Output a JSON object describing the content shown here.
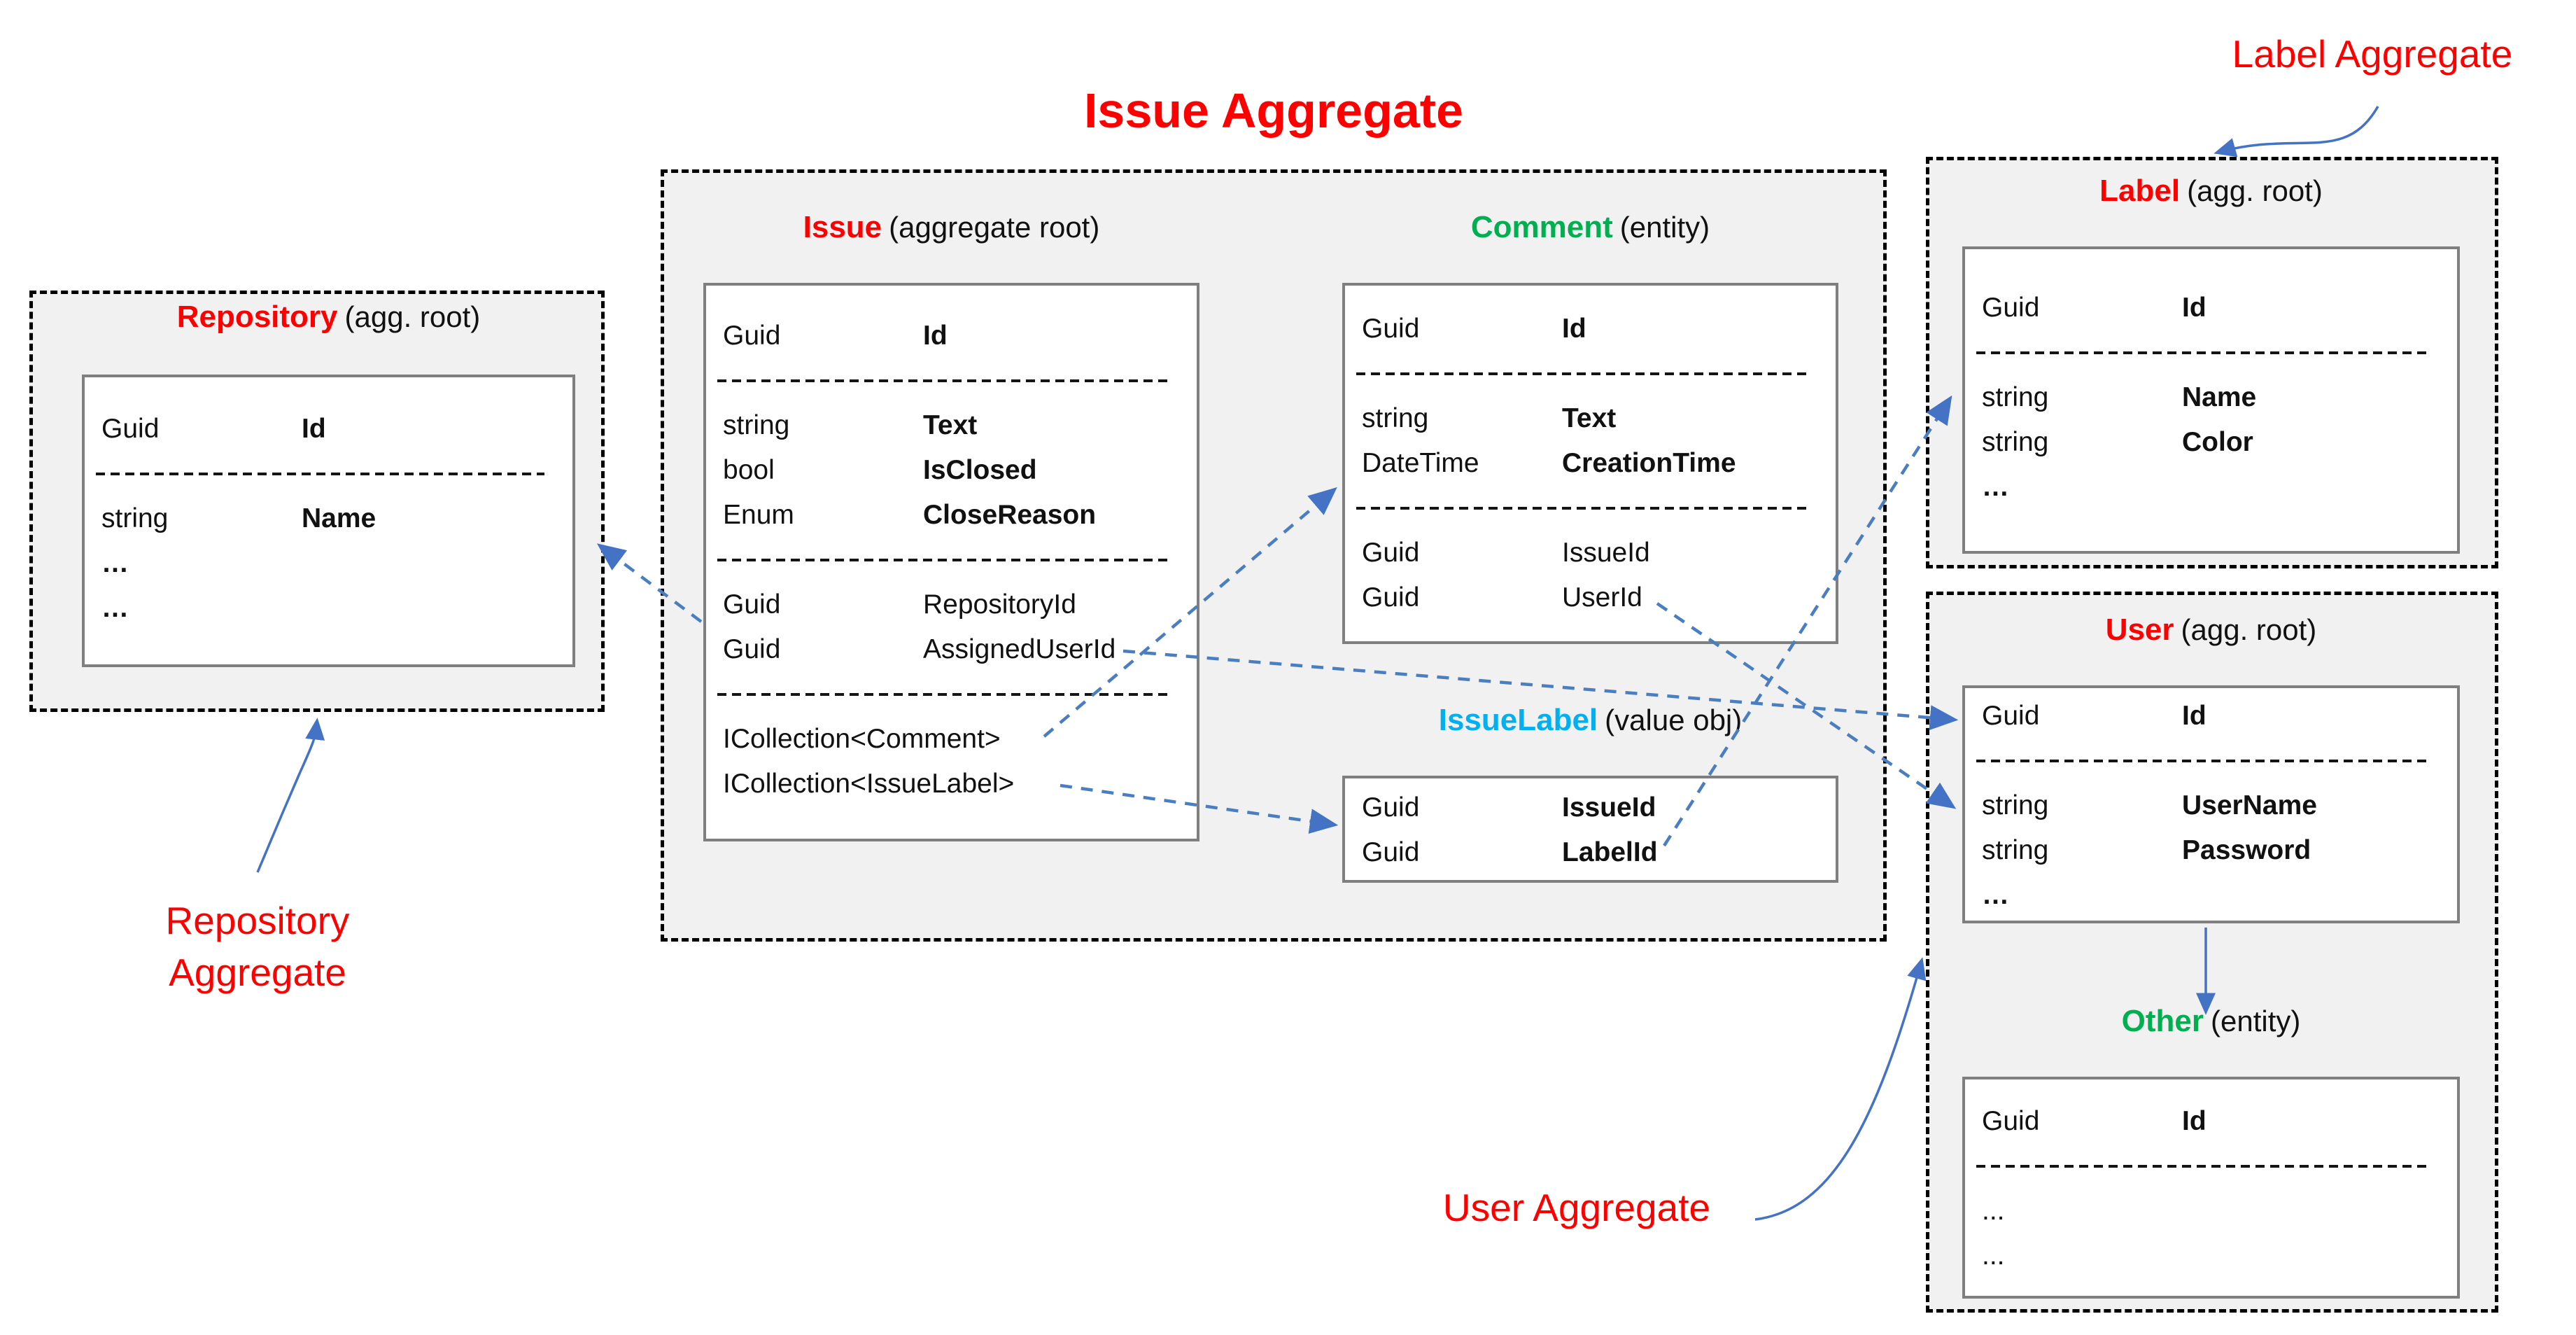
{
  "annotations": {
    "main_title": "Issue Aggregate",
    "label_aggregate": "Label Aggregate",
    "repository_aggregate": [
      "Repository",
      "Aggregate"
    ],
    "user_aggregate": "User Aggregate"
  },
  "colors": {
    "title_red": "#ff0000",
    "entity_green": "#00b050",
    "value_obj_cyan": "#00b0f0",
    "arrow_blue": "#4472c4",
    "dashed_arrow_blue": "#4a7ebf",
    "container_bg": "#f1f1f1",
    "box_border_gray": "#7f7f7f"
  },
  "entities": {
    "repository": {
      "name": "Repository",
      "kind": "(agg. root)",
      "rows": [
        {
          "type": "Guid",
          "name": "Id"
        },
        {
          "sep": true
        },
        {
          "type": "string",
          "name": "Name"
        },
        {
          "ellipsis": "…"
        },
        {
          "ellipsis": "…"
        }
      ]
    },
    "issue": {
      "name": "Issue",
      "kind": "(aggregate root)",
      "rows": [
        {
          "type": "Guid",
          "name": "Id"
        },
        {
          "sep": true
        },
        {
          "type": "string",
          "name": "Text"
        },
        {
          "type": "bool",
          "name": "IsClosed"
        },
        {
          "type": "Enum",
          "name": "CloseReason"
        },
        {
          "sep": true
        },
        {
          "type": "Guid",
          "name": "RepositoryId"
        },
        {
          "type": "Guid",
          "name": "AssignedUserId"
        },
        {
          "sep": true
        },
        {
          "text": "ICollection<Comment>"
        },
        {
          "text": "ICollection<IssueLabel>"
        }
      ]
    },
    "comment": {
      "name": "Comment",
      "kind": "(entity)",
      "rows": [
        {
          "type": "Guid",
          "name": "Id"
        },
        {
          "sep": true
        },
        {
          "type": "string",
          "name": "Text"
        },
        {
          "type": "DateTime",
          "name": "CreationTime"
        },
        {
          "sep": true
        },
        {
          "type": "Guid",
          "name": "IssueId"
        },
        {
          "type": "Guid",
          "name": "UserId"
        }
      ]
    },
    "issuelabel": {
      "name": "IssueLabel",
      "kind": "(value obj)",
      "rows": [
        {
          "type": "Guid",
          "name": "IssueId"
        },
        {
          "type": "Guid",
          "name": "LabelId"
        }
      ]
    },
    "label": {
      "name": "Label",
      "kind": "(agg. root)",
      "rows": [
        {
          "type": "Guid",
          "name": "Id"
        },
        {
          "sep": true
        },
        {
          "type": "string",
          "name": "Name"
        },
        {
          "type": "string",
          "name": "Color"
        },
        {
          "ellipsis": "…"
        }
      ]
    },
    "user": {
      "name": "User",
      "kind": "(agg. root)",
      "rows": [
        {
          "type": "Guid",
          "name": "Id"
        },
        {
          "sep": true
        },
        {
          "type": "string",
          "name": "UserName"
        },
        {
          "type": "string",
          "name": "Password"
        },
        {
          "ellipsis": "…"
        }
      ]
    },
    "other": {
      "name": "Other",
      "kind": "(entity)",
      "rows": [
        {
          "type": "Guid",
          "name": "Id"
        },
        {
          "sep": true
        },
        {
          "ellipsis": "..."
        },
        {
          "ellipsis": "..."
        }
      ]
    }
  }
}
